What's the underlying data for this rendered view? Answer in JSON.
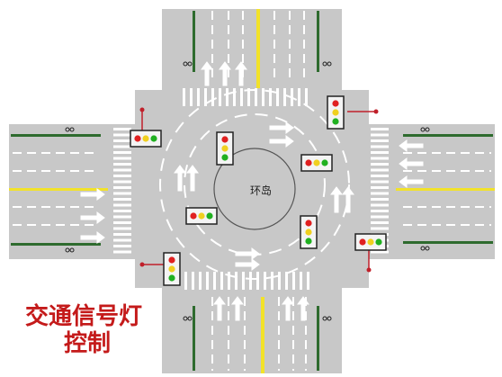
{
  "island": {
    "label": "环岛"
  },
  "caption": {
    "line1": "交通信号灯",
    "line2": "控制"
  },
  "colors": {
    "road": "#c8c8c8",
    "background": "#ffffff",
    "marking": "#ffffff",
    "center_line": "#f2e229",
    "median": "#2e6b2e",
    "signal_red": "#e02020",
    "signal_yellow": "#f0d020",
    "signal_green": "#20b020",
    "caption": "#c41a1a"
  },
  "signals": [
    {
      "name": "signal-west-top",
      "orientation": "horizontal"
    },
    {
      "name": "signal-north-right",
      "orientation": "vertical"
    },
    {
      "name": "signal-inner-north",
      "orientation": "vertical"
    },
    {
      "name": "signal-inner-east",
      "orientation": "horizontal"
    },
    {
      "name": "signal-inner-west",
      "orientation": "horizontal"
    },
    {
      "name": "signal-inner-south",
      "orientation": "vertical"
    },
    {
      "name": "signal-east-bottom",
      "orientation": "horizontal"
    },
    {
      "name": "signal-south-left",
      "orientation": "vertical"
    }
  ]
}
